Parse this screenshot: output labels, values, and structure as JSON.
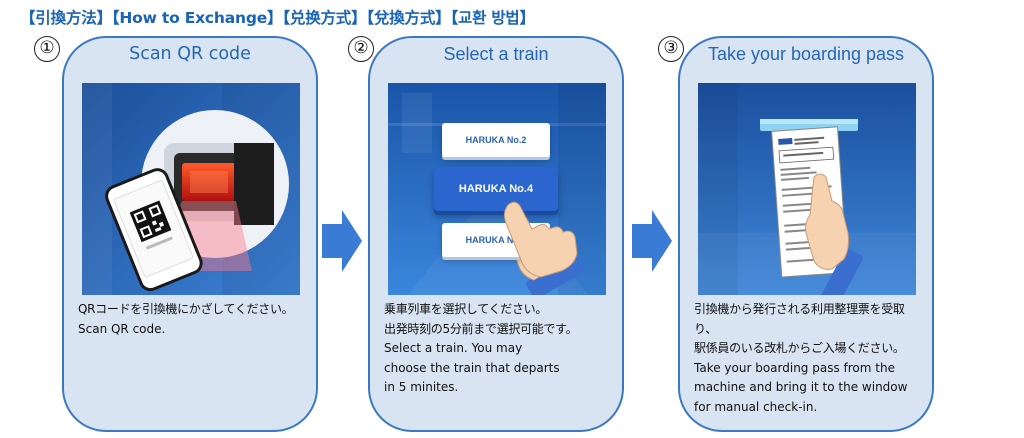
{
  "heading": "【引換方法】【How to Exchange】【兑换方式】【兌換方式】【교환 방법】",
  "steps": [
    {
      "number": "①",
      "title": "Scan QR code",
      "lines": [
        "QRコードを引換機にかざしてください。",
        "Scan QR code."
      ]
    },
    {
      "number": "②",
      "title": "Select a train",
      "lines": [
        "乗車列車を選択してください。",
        "出発時刻の5分前まで選択可能です。",
        "Select a train. You may",
        "choose the train that departs",
        "in 5 minites."
      ],
      "buttons": [
        "HARUKA No.2",
        "HARUKA No.4",
        "HARUKA No.6"
      ]
    },
    {
      "number": "③",
      "title": "Take your boarding pass",
      "lines": [
        "引換機から発行される利用整理票を受取り、",
        "駅係員のいる改札からご入場ください。",
        "Take your boarding pass from the",
        "machine and bring it to the window",
        "for manual check-in."
      ]
    }
  ],
  "colors": {
    "accent": "#1a64b8",
    "card_bg": "#d9e4f2",
    "card_border": "#3b78c3",
    "arrow": "#3a7bd5"
  },
  "icons": {
    "arrow": "right-arrow-icon",
    "hand": "pointing-hand-icon",
    "phone": "smartphone-qr-icon"
  }
}
